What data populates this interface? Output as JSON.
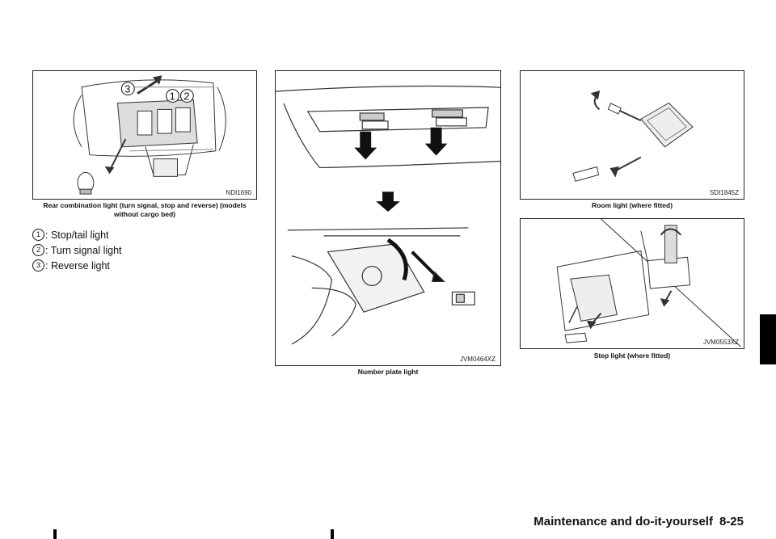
{
  "figures": {
    "rear_combination": {
      "code": "NDI1690",
      "caption": "Rear combination light (turn signal, stop and reverse) (models without cargo bed)",
      "callouts": [
        "3",
        "1",
        "2"
      ]
    },
    "number_plate": {
      "code": "JVM0464XZ",
      "caption": "Number plate light"
    },
    "room_light": {
      "code": "SDI1845Z",
      "caption": "Room light (where fitted)"
    },
    "step_light": {
      "code": "JVM0553XZ",
      "caption": "Step light (where fitted)"
    }
  },
  "legend": [
    {
      "num": "1",
      "text": ": Stop/tail light"
    },
    {
      "num": "2",
      "text": ": Turn signal light"
    },
    {
      "num": "3",
      "text": ": Reverse light"
    }
  ],
  "footer": {
    "section": "Maintenance and do-it-yourself",
    "page": "8-25"
  }
}
